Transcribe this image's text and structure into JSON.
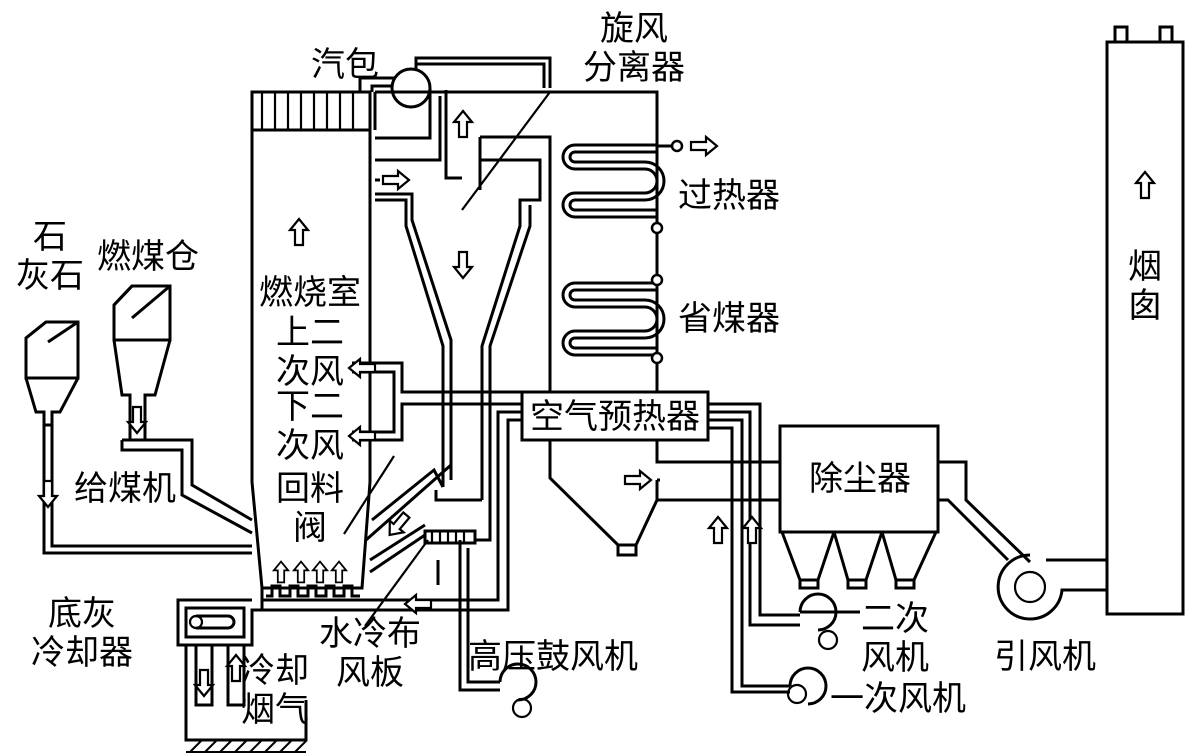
{
  "diagram": {
    "labels": {
      "drum": "汽包",
      "cyclone": "旋风\n分离器",
      "superheater": "过热器",
      "economizer": "省煤器",
      "chimney": "烟\n囱",
      "limestone": "石\n灰石",
      "coal_bunker": "燃煤仓",
      "furnace": "燃烧室",
      "upper_secondary_air": "上二\n次风",
      "lower_secondary_air": "下二\n次风",
      "loop_seal": "回料\n阀",
      "coal_feeder": "给煤机",
      "air_preheater": "空气预热器",
      "dust_collector": "除尘器",
      "bottom_ash_cooler": "底灰\n冷却器",
      "cooling_flue_gas": "冷却\n烟气",
      "water_cooled_distributor": "水冷布\n风板",
      "hp_blower": "高压鼓风机",
      "secondary_fan": "二次\n风机",
      "primary_fan": "一次风机",
      "id_fan": "引风机"
    }
  }
}
